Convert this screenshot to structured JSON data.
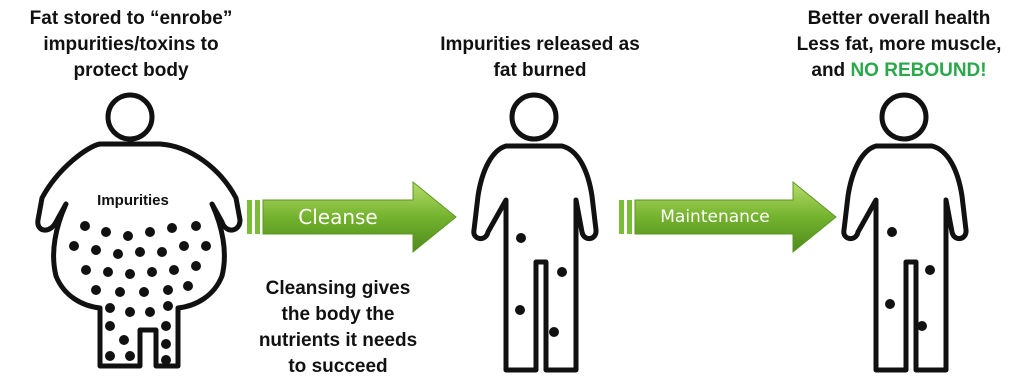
{
  "stage1": {
    "caption": [
      "Fat stored to “enrobe”",
      "impurities/toxins to",
      "protect body"
    ],
    "body_label": "Impurities"
  },
  "arrow1": {
    "label": "Cleanse",
    "color": "#6aa62a"
  },
  "stage2": {
    "caption": [
      "Impurities released as",
      "fat burned"
    ]
  },
  "arrow2": {
    "label": "Maintenance",
    "color": "#6aa62a"
  },
  "stage3": {
    "caption_lines": [
      "Better overall health",
      "Less fat, more muscle,"
    ],
    "caption_last_prefix": "and ",
    "caption_highlight": "NO REBOUND!",
    "highlight_color": "#2aa84a"
  },
  "note": [
    "Cleansing gives",
    "the body the",
    "nutrients it needs",
    "to succeed"
  ]
}
